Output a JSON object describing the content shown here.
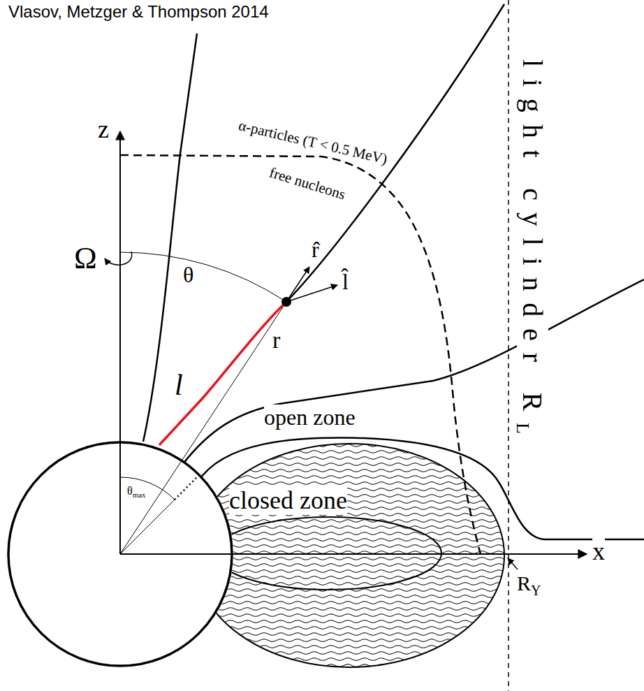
{
  "diagram": {
    "title": "Vlasov, Metzger & Thompson 2014",
    "nodes": [
      {
        "text": [
          "closed zone"
        ]
      }
    ],
    "labels": [
      "z",
      "x",
      "Ω",
      "θ",
      "l",
      "r̂",
      "l̂",
      "r",
      "α-particles (T < 0.5 MeV)",
      "free nucleons",
      "open zone",
      "light cylinder R",
      "L",
      "θ",
      "max",
      "R",
      "Y"
    ]
  }
}
